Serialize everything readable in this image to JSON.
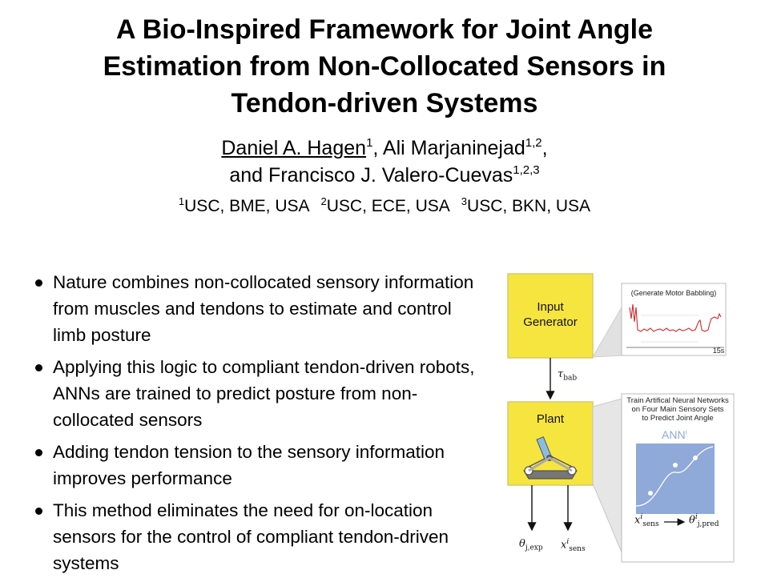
{
  "title": {
    "line1": "A Bio-Inspired Framework for Joint Angle",
    "line2": "Estimation from Non-Collocated Sensors in",
    "line3": "Tendon-driven Systems"
  },
  "authors": {
    "a1_name": "Daniel A. Hagen",
    "a1_sup": "1",
    "sep1": ", ",
    "a2_name": "Ali Marjaninejad",
    "a2_sup": "1,2",
    "sep2": ",",
    "a3_prefix": "and ",
    "a3_name": "Francisco J. Valero-Cuevas",
    "a3_sup": "1,2,3"
  },
  "affiliations": [
    {
      "sup": "1",
      "text": "USC, BME, USA"
    },
    {
      "sup": "2",
      "text": "USC, ECE, USA"
    },
    {
      "sup": "3",
      "text": "USC, BKN, USA"
    }
  ],
  "bullets": [
    "Nature combines non-collocated sensory information from muscles and tendons to estimate and control limb posture",
    "Applying this logic to compliant tendon-driven robots, ANNs are trained to predict posture from non-collocated sensors",
    "Adding tendon tension to the sensory information improves performance",
    "This method eliminates the need for on-location sensors for the control of compliant tendon-driven systems"
  ],
  "figure": {
    "input_box": {
      "line1": "Input",
      "line2": "Generator"
    },
    "plant_box": {
      "label": "Plant"
    },
    "babbling_title": "(Generate Motor Babbling)",
    "babbling_time_label": "15s",
    "ann_caption": {
      "line1": "Train Artifical Neural Networks",
      "line2": "on Four Main Sensory Sets",
      "line3": "to Predict Joint Angle"
    },
    "ann_label": "ANN",
    "ann_label_sup": "i",
    "tau_symbol": "τ",
    "tau_sub": "bab",
    "theta_exp_symbol": "θ",
    "theta_exp_sub": "j,exp",
    "x_sens_symbol": "x",
    "x_sens_sup": "i",
    "x_sens_sub": "sens",
    "theta_pred_symbol": "θ",
    "theta_pred_sup": "i",
    "theta_pred_sub": "j,pred",
    "colors": {
      "box_fill": "#f6e53f",
      "box_border": "#d9c96b",
      "ann_fill": "#8fa9d8",
      "babble_red": "#d8262b"
    }
  }
}
